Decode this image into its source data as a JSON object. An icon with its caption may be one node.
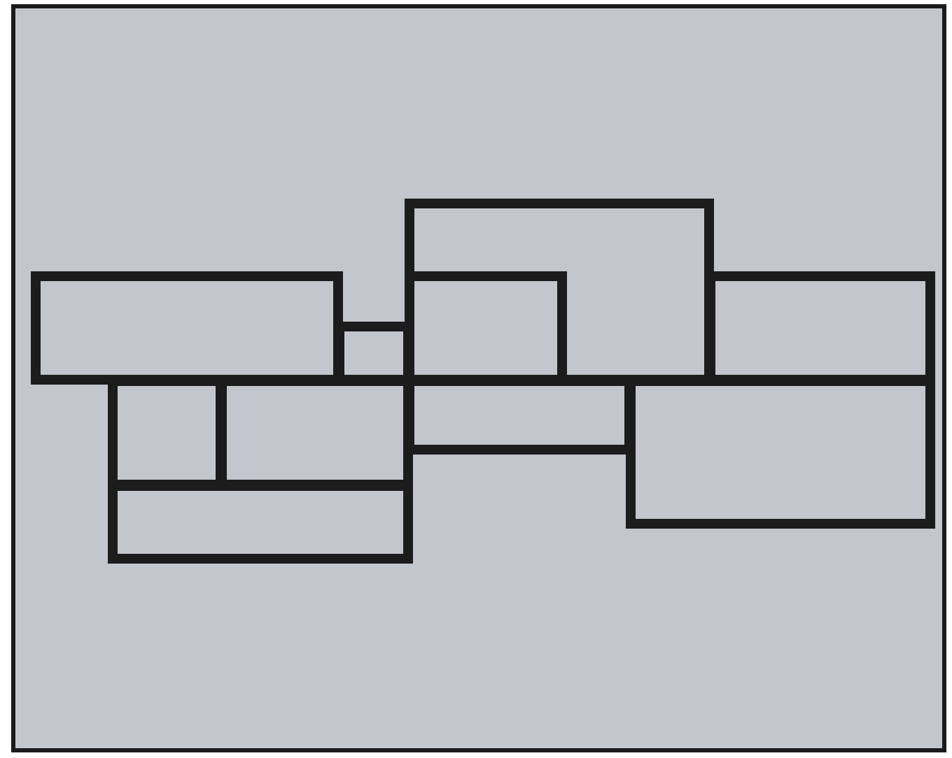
{
  "diagram": {
    "nodes": [
      {
        "text": [],
        "shape": "box"
      },
      {
        "text": [],
        "shape": "box",
        "in": 0
      },
      {
        "text": [],
        "shape": "box"
      },
      {
        "text": [],
        "shape": "box"
      },
      {
        "text": [],
        "shape": "box"
      },
      {
        "text": [],
        "shape": "box"
      },
      {
        "text": [],
        "shape": "box"
      },
      {
        "text": [],
        "shape": "box"
      },
      {
        "text": [],
        "shape": "box"
      },
      {
        "text": [],
        "shape": "box"
      }
    ]
  }
}
